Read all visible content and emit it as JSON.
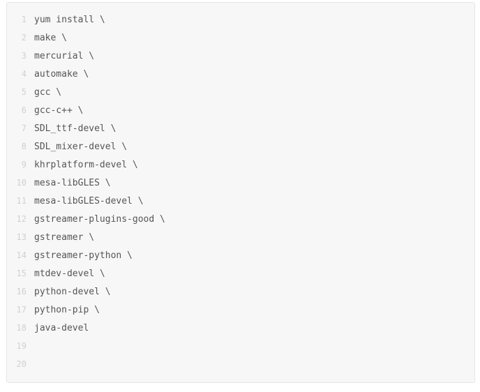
{
  "code_block": {
    "language": "shell",
    "colors": {
      "page_background": "#ffffff",
      "block_background": "#f7f7f7",
      "block_border": "#e5e5e5",
      "line_number_color": "#d0d0d0",
      "code_text_color": "#555555"
    },
    "lines": [
      {
        "number": "1",
        "code": "yum install \\"
      },
      {
        "number": "2",
        "code": "make \\"
      },
      {
        "number": "3",
        "code": "mercurial \\"
      },
      {
        "number": "4",
        "code": "automake \\"
      },
      {
        "number": "5",
        "code": "gcc \\"
      },
      {
        "number": "6",
        "code": "gcc-c++ \\"
      },
      {
        "number": "7",
        "code": "SDL_ttf-devel \\"
      },
      {
        "number": "8",
        "code": "SDL_mixer-devel \\"
      },
      {
        "number": "9",
        "code": "khrplatform-devel \\"
      },
      {
        "number": "10",
        "code": "mesa-libGLES \\"
      },
      {
        "number": "11",
        "code": "mesa-libGLES-devel \\"
      },
      {
        "number": "12",
        "code": "gstreamer-plugins-good \\"
      },
      {
        "number": "13",
        "code": "gstreamer \\"
      },
      {
        "number": "14",
        "code": "gstreamer-python \\"
      },
      {
        "number": "15",
        "code": "mtdev-devel \\"
      },
      {
        "number": "16",
        "code": "python-devel \\"
      },
      {
        "number": "17",
        "code": "python-pip \\"
      },
      {
        "number": "18",
        "code": "java-devel"
      },
      {
        "number": "19",
        "code": ""
      },
      {
        "number": "20",
        "code": ""
      }
    ]
  }
}
